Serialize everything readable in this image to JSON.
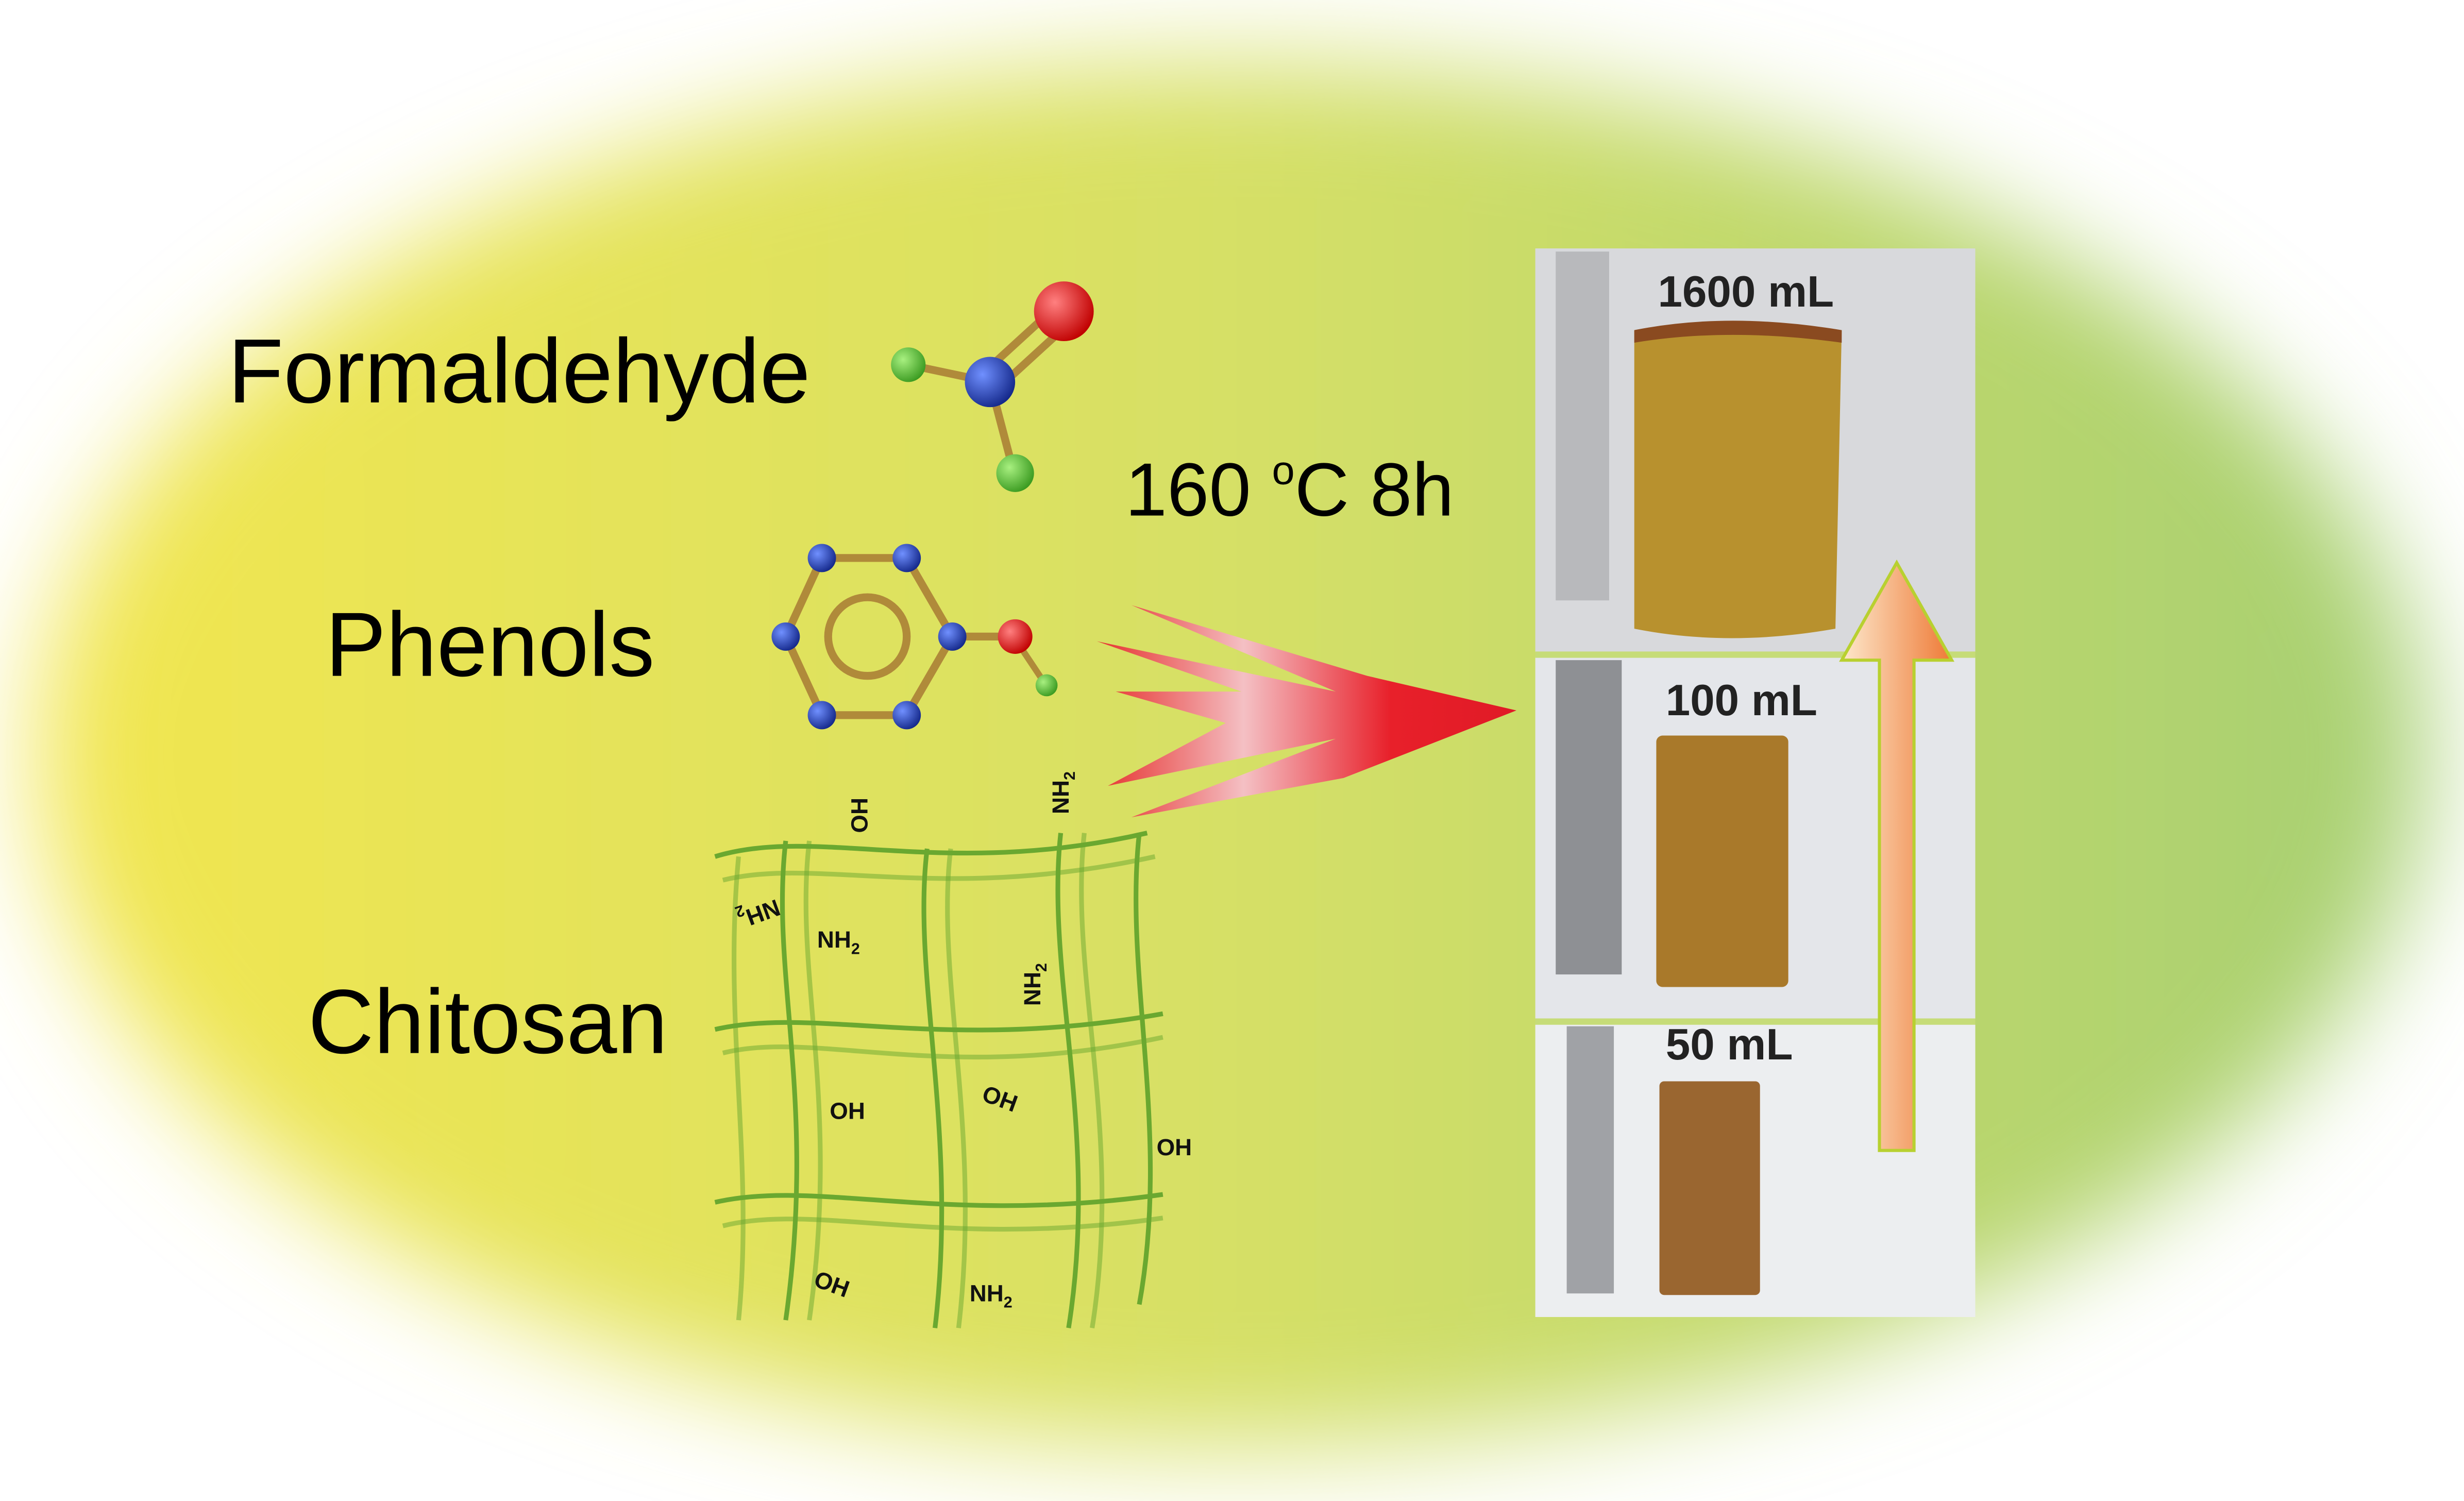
{
  "labels": {
    "formaldehyde": "Formaldehyde",
    "phenols": "Phenols",
    "chitosan": "Chitosan",
    "condition_main": "160 ",
    "condition_sup": "o",
    "condition_rest": "C 8h"
  },
  "functional_groups": {
    "oh": "OH",
    "nh2": "NH",
    "sub2": "2"
  },
  "samples": [
    {
      "volume": "1600 mL",
      "color": "#b8912e"
    },
    {
      "volume": "100 mL",
      "color": "#a9792a"
    },
    {
      "volume": "50 mL",
      "color": "#9a6630"
    }
  ],
  "colors": {
    "background_left": "#f0e650",
    "background_right": "#a8d070",
    "arrow_red": "#e8202a",
    "arrow_orange": "#f08a4a",
    "atom_red": "#e01010",
    "atom_blue": "#2040a0",
    "atom_green": "#50b030",
    "bond": "#b08a3a",
    "network": "#6aa830"
  }
}
